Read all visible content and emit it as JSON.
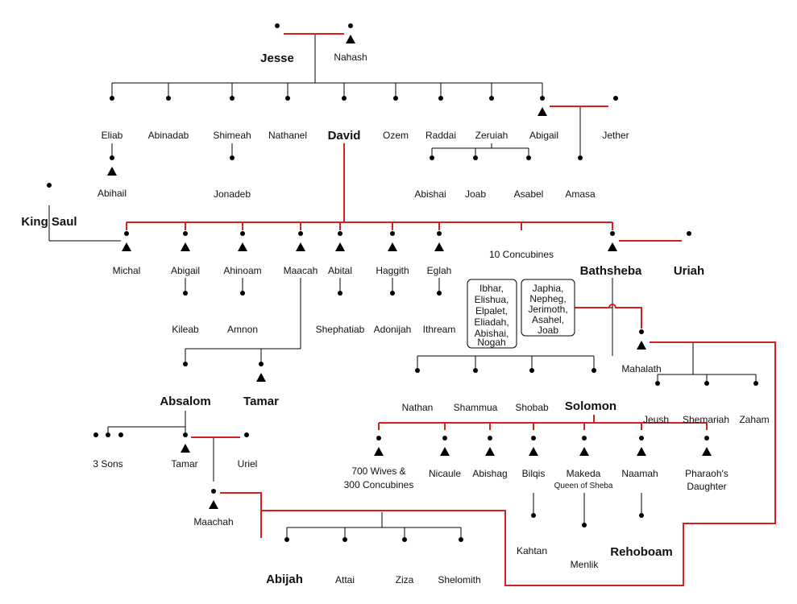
{
  "people": {
    "jesse": "Jesse",
    "nahash": "Nahash",
    "eliab": "Eliab",
    "abinadab": "Abinadab",
    "shimeah": "Shimeah",
    "nathanel": "Nathanel",
    "david": "David",
    "ozem": "Ozem",
    "raddai": "Raddai",
    "zeruiah": "Zeruiah",
    "abigail_sister": "Abigail",
    "jether": "Jether",
    "abihail": "Abihail",
    "jonadeb": "Jonadeb",
    "abishai": "Abishai",
    "joab": "Joab",
    "asabel": "Asabel",
    "amasa": "Amasa",
    "king_saul": "King Saul",
    "michal": "Michal",
    "abigail_wife": "Abigail",
    "ahinoam": "Ahinoam",
    "maacah": "Maacah",
    "abital": "Abital",
    "haggith": "Haggith",
    "eglah": "Eglah",
    "concubines": "10 Concubines",
    "bathsheba": "Bathsheba",
    "uriah": "Uriah",
    "kileab": "Kileab",
    "amnon": "Amnon",
    "shephatiab": "Shephatiab",
    "adonijah": "Adonijah",
    "ithream": "Ithream",
    "absalom": "Absalom",
    "tamar_sister": "Tamar",
    "sons3": "3 Sons",
    "tamar_daughter": "Tamar",
    "uriel": "Uriel",
    "maachah": "Maachah",
    "nathan": "Nathan",
    "shammua": "Shammua",
    "shobab": "Shobab",
    "solomon": "Solomon",
    "mahalath": "Mahalath",
    "jeush": "Jeush",
    "shemariah": "Shemariah",
    "zaham": "Zaham",
    "wives_700_line1": "700 Wives &",
    "wives_700_line2": "300 Concubines",
    "nicaule": "Nicaule",
    "abishag": "Abishag",
    "bilqis": "Bilqis",
    "makeda": "Makeda",
    "makeda_title": "Queen of Sheba",
    "naamah": "Naamah",
    "pharaoh_line1": "Pharaoh's",
    "pharaoh_line2": "Daughter",
    "kahtan": "Kahtan",
    "menlik": "Menlik",
    "rehoboam": "Rehoboam",
    "abijah": "Abijah",
    "attai": "Attai",
    "ziza": "Ziza",
    "shelomith": "Shelomith"
  },
  "boxes": {
    "concubine_sons": [
      "Ibhar,",
      "Elishua,",
      "Elpalet,",
      "Eliadah,",
      "Abishai,",
      "Nogah"
    ],
    "other_sons": [
      "Japhia,",
      "Nepheg,",
      "Jerimoth,",
      "Asahel,",
      "Joab"
    ]
  },
  "colors": {
    "marriage_line": "#d61f1f",
    "descent_line": "#000000",
    "female_fill": "#000000"
  }
}
